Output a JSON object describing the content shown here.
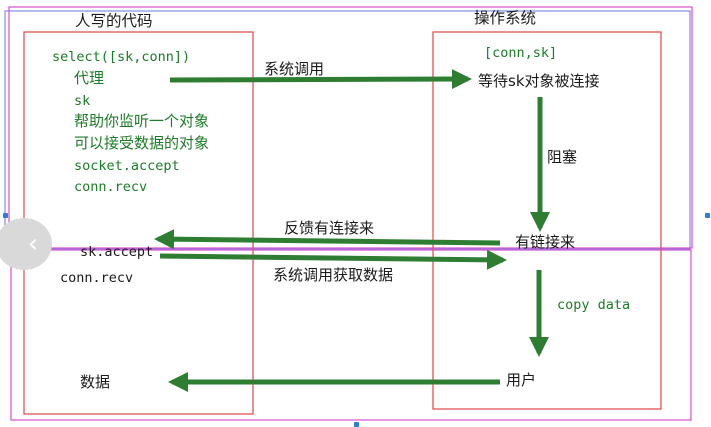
{
  "human_box": {
    "title": "人写的代码",
    "lines": {
      "select": "select([sk,conn])",
      "proxy": "代理",
      "sk": "sk",
      "help": "帮助你监听一个对象",
      "recv_obj": "可以接受数据的对象",
      "socket_accept": "socket.accept",
      "conn_recv": "conn.recv"
    },
    "lower": {
      "sk_accept": "sk.accept",
      "conn_recv": "conn.recv",
      "data": "数据"
    }
  },
  "os_box": {
    "title": "操作系统",
    "conn_sk": "[conn,sk]",
    "waiting": "等待sk对象被连接",
    "blocking": "阻塞",
    "connected": "有链接来",
    "copy_data": "copy data",
    "user": "用户"
  },
  "arrows": {
    "syscall": "系统调用",
    "feedback": "反馈有连接来",
    "syscall_get_data": "系统调用获取数据"
  },
  "nav": {
    "prev_icon": "‹"
  },
  "colors": {
    "arrow": "#2e7d32",
    "red_box": "#e05555",
    "magenta_box": "#d64fd0",
    "blue_box": "#7f8fe8",
    "text_green": "#1e7b2a"
  }
}
